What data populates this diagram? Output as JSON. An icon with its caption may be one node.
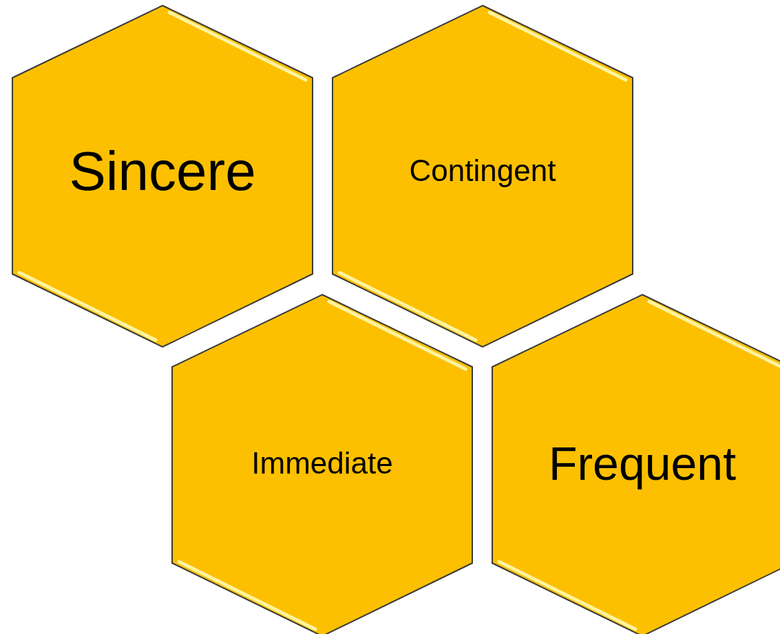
{
  "diagram": {
    "nodes": [
      {
        "text": [
          "Sincere"
        ]
      },
      {
        "text": [
          "Contingent"
        ]
      },
      {
        "text": [
          "Immediate"
        ]
      },
      {
        "text": [
          "Frequent"
        ]
      }
    ]
  }
}
